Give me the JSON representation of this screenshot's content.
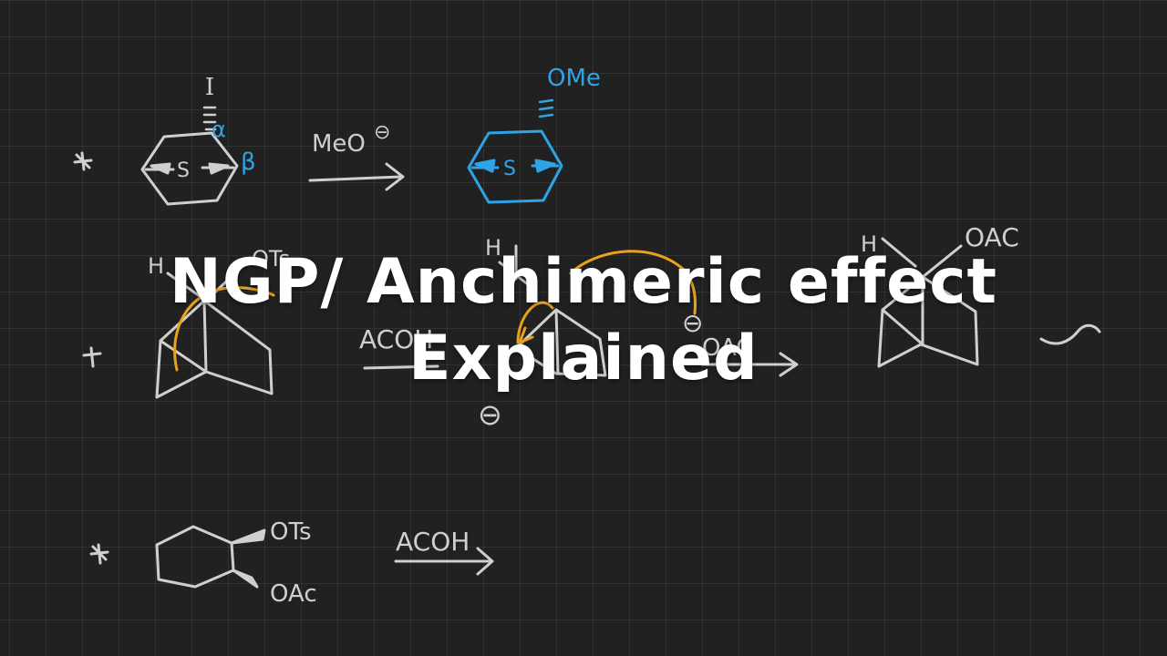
{
  "colors": {
    "background": "#212121",
    "chalk": "#cfcfcf",
    "blue": "#2ea3e6",
    "orange": "#e8a21e",
    "title": "#ffffff"
  },
  "title": {
    "line1": "NGP/ Anchimeric effect",
    "line2": "Explained"
  },
  "board": {
    "row1": {
      "substituent": "I",
      "alpha": "α",
      "beta": "β",
      "ring_atom": "S",
      "reagent": "MeO",
      "charge": "⊖",
      "product_substituent": "OMe",
      "product_ring_atom": "S"
    },
    "row2": {
      "h_left": "H",
      "leaving_group": "OTs",
      "reagent": "ACOH",
      "h_mid": "H",
      "charge_mid": "⊖",
      "nucleophile": "OAC",
      "charge_low": "⊖",
      "h_right": "H",
      "product_group": "OAC"
    },
    "row3": {
      "group_top": "OTs",
      "group_bottom": "OAc",
      "reagent": "ACOH"
    }
  }
}
